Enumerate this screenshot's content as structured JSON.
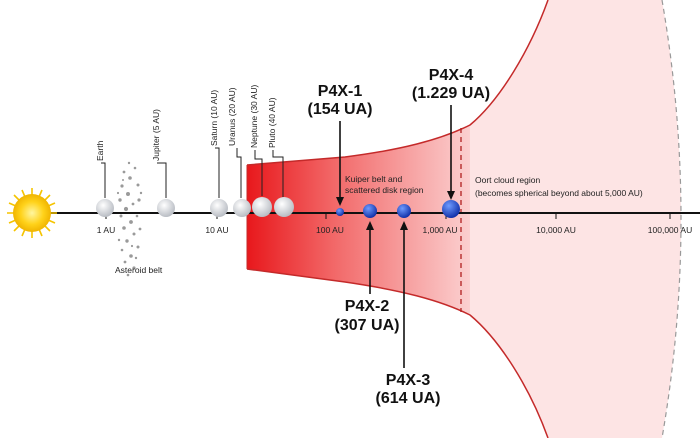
{
  "colors": {
    "oort_fill": "#fde4e4",
    "kuiper_gradient_start": "#e8181c",
    "kuiper_gradient_end": "#fbd0d0",
    "boundary": "#c42a2a",
    "axis": "#111111",
    "planet_blue": "#1e4fd6",
    "planet_grey": "#d8dbe0",
    "sun": "#f5c400"
  },
  "planets": {
    "earth": "Earth",
    "jupiter": "Jupiter (5 AU)",
    "saturn": "Saturn (10 AU)",
    "uranus": "Uranus (20 AU)",
    "neptune": "Neptune (30 AU)",
    "pluto": "Pluto (40 AU)"
  },
  "axis_ticks": [
    "1 AU",
    "10 AU",
    "100 AU",
    "1,000 AU",
    "10,000 AU",
    "100,000 AU"
  ],
  "regions": {
    "asteroid_belt": "Asteroid belt",
    "kuiper_line1": "Kuiper belt and",
    "kuiper_line2": "scattered disk region",
    "oort_line1": "Oort cloud region",
    "oort_line2": "(becomes spherical beyond about 5,000 AU)"
  },
  "hypothetical": {
    "p1_name": "P4X-1",
    "p1_dist": "(154 UA)",
    "p2_name": "P4X-2",
    "p2_dist": "(307 UA)",
    "p3_name": "P4X-3",
    "p3_dist": "(614 UA)",
    "p4_name": "P4X-4",
    "p4_dist": "(1.229 UA)"
  }
}
